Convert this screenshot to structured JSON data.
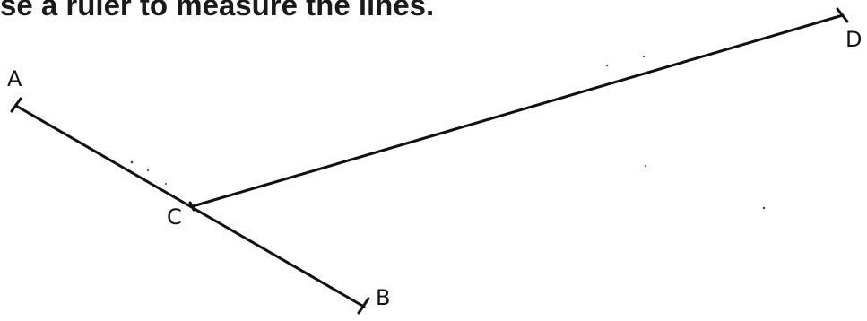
{
  "instruction": "se a ruler to measure the lines.",
  "points": {
    "a": "A",
    "b": "B",
    "c": "C",
    "d": "D"
  },
  "colors": {
    "ink": "#111111",
    "background": "#ffffff"
  }
}
